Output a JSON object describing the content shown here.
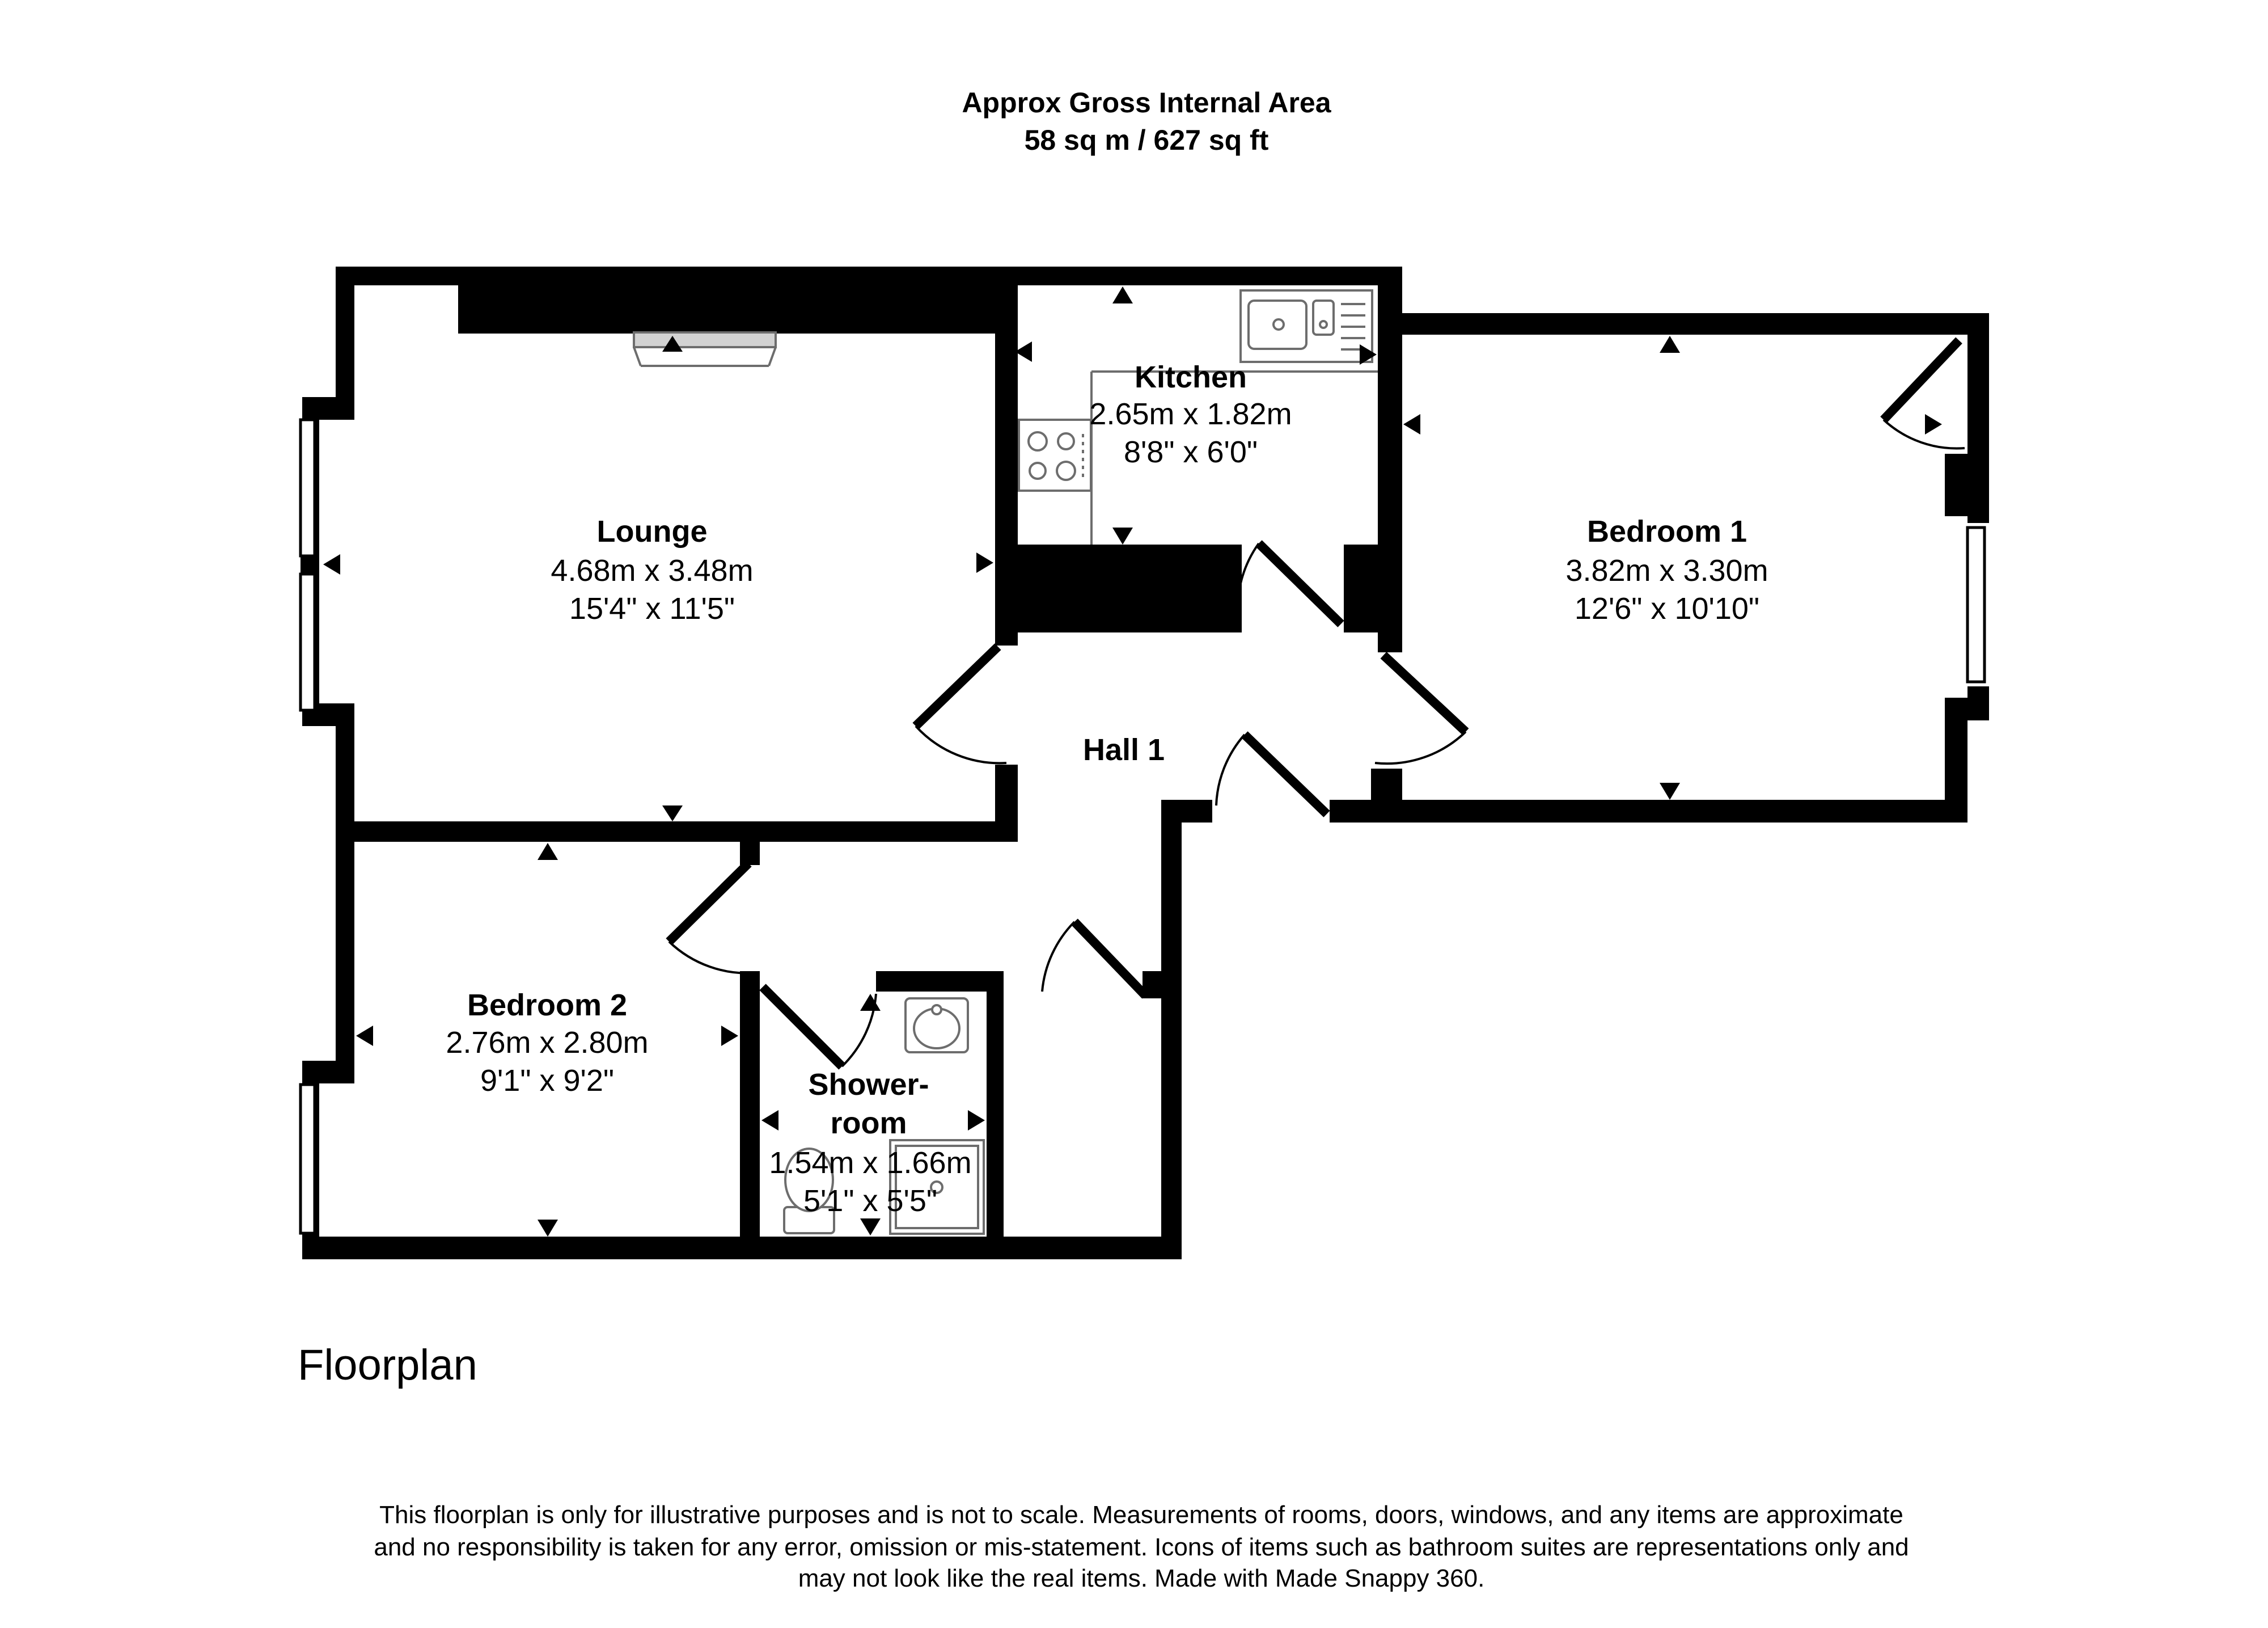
{
  "header": {
    "line1": "Approx Gross Internal Area",
    "line2": "58 sq m / 627 sq ft"
  },
  "rooms": {
    "lounge": {
      "name": "Lounge",
      "metric": "4.68m x 3.48m",
      "imperial": "15'4\" x 11'5\""
    },
    "kitchen": {
      "name": "Kitchen",
      "metric": "2.65m x 1.82m",
      "imperial": "8'8\" x 6'0\""
    },
    "bedroom1": {
      "name": "Bedroom 1",
      "metric": "3.82m x 3.30m",
      "imperial": "12'6\" x 10'10\""
    },
    "hall1": {
      "name": "Hall 1"
    },
    "bedroom2": {
      "name": "Bedroom 2",
      "metric": "2.76m x 2.80m",
      "imperial": "9'1\" x 9'2\""
    },
    "showerroom": {
      "name_line1": "Shower-",
      "name_line2": "room",
      "metric": "1.54m x 1.66m",
      "imperial": "5'1\" x 5'5\""
    }
  },
  "caption": "Floorplan",
  "disclaimer": {
    "line1": "This floorplan is only for illustrative purposes and is not to scale. Measurements of rooms, doors, windows, and any items are approximate",
    "line2": "and no responsibility is taken for any error, omission or mis-statement. Icons of items such as bathroom suites are representations only and",
    "line3": "may not look like the real items. Made with Made Snappy 360."
  },
  "colors": {
    "wall": "#000000",
    "fixture_fill": "#d2d2d2",
    "fixture_stroke": "#6d6d6d",
    "background": "#ffffff"
  }
}
